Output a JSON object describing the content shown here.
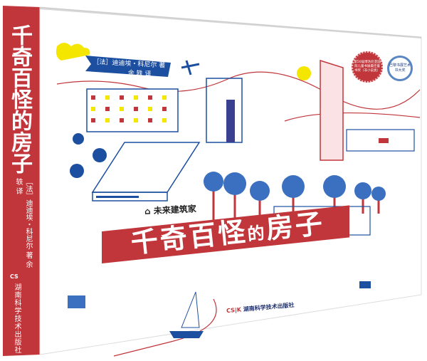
{
  "book": {
    "title_main": "千奇百怪",
    "title_de": "的",
    "title_end": "房子",
    "spine_title": "千奇百怪的房子",
    "series": "未来建筑家",
    "author_line": "［法］迪迪埃・科尼尔 著",
    "translator_line": "余 轶 译",
    "spine_author": "［法］迪迪埃・科尼尔 著 余 轶 译",
    "publisher": "湖南科学技术出版社",
    "publisher_logo": "CS|K",
    "badge_red": "第50届博洛尼亚国际儿童书展最佳童书奖（非小说类）",
    "badge_blue": "巴黎书展艺术书大奖"
  },
  "colors": {
    "red": "#c0363b",
    "blue": "#1d4fa0",
    "yellow": "#f5e600"
  }
}
